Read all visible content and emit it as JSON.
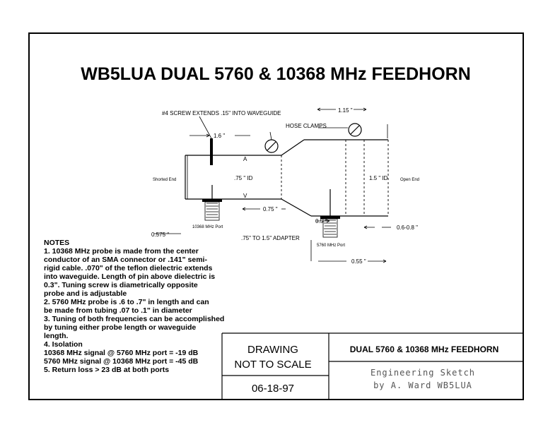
{
  "title": "WB5LUA DUAL 5760 & 10368 MHz FEEDHORN",
  "diagram": {
    "screw_label": "#4 SCREW EXTENDS .15\" INTO WAVEGUIDE",
    "hose_clamps": "HOSE CLAMPS",
    "dim_1_6": "1.6 \"",
    "dim_1_15": "1.15 \"",
    "shorted_end": "Shorted End",
    "id_075": ".75 \" ID",
    "id_15": "1.5 \" ID",
    "open_end": "Open End",
    "dim_0_75": "0.75 \"",
    "dim_0_5": "0.5 \"",
    "dim_0_575": "0.575 \"",
    "port_10368": "10368 MHz Port",
    "port_5760": "5760 MHz Port",
    "adapter": ".75\" TO 1.5\" ADAPTER",
    "dim_0_55": "0.55 \"",
    "dim_range": "0.6-0.8 \"",
    "mark_a": "A",
    "mark_v": "V"
  },
  "notes": {
    "heading": "NOTES",
    "lines": [
      "1. 10368 MHz probe is made from the center",
      "conductor of an SMA connector or .141\" semi-",
      "rigid cable. .070\" of the teflon dielectric extends",
      "into waveguide. Length of pin above dielectric is",
      "0.3\". Tuning screw is diametrically opposite",
      "probe and is adjustable",
      "2. 5760 MHz probe is .6 to .7\" in length and can",
      "be made from tubing .07 to .1\" in diameter",
      "3. Tuning of both frequencies can be accomplished",
      "by tuning either probe length or waveguide",
      "length.",
      "4. Isolation",
      "10368 MHz signal @ 5760 MHz port = -19 dB",
      "5760  MHz signal @ 10368 MHz port = -45 dB",
      "5. Return loss > 23 dB at both ports"
    ]
  },
  "title_block": {
    "drawing_line1": "DRAWING",
    "drawing_line2": "NOT TO SCALE",
    "date": "06-18-97",
    "block_title": "DUAL 5760 & 10368 MHz FEEDHORN",
    "sketch_line1": "Engineering Sketch",
    "sketch_line2": "by A. Ward  WB5LUA"
  }
}
